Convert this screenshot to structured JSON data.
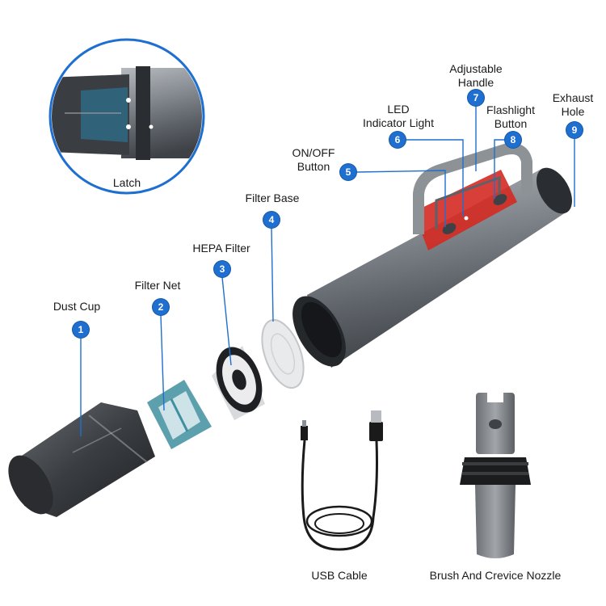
{
  "colors": {
    "callout": "#1e6fd0",
    "body": "#7d8288",
    "accent": "#d42a22",
    "filter": "#3f8fa0"
  },
  "latch": {
    "label": "Latch"
  },
  "parts": [
    {
      "num": "1",
      "label": "Dust Cup"
    },
    {
      "num": "2",
      "label": "Filter Net"
    },
    {
      "num": "3",
      "label": "HEPA Filter"
    },
    {
      "num": "4",
      "label": "Filter Base"
    },
    {
      "num": "5",
      "label_line1": "ON/OFF",
      "label_line2": "Button"
    },
    {
      "num": "6",
      "label_line1": "LED",
      "label_line2": "Indicator Light"
    },
    {
      "num": "7",
      "label_line1": "Adjustable",
      "label_line2": "Handle"
    },
    {
      "num": "8",
      "label_line1": "Flashlight",
      "label_line2": "Button"
    },
    {
      "num": "9",
      "label_line1": "Exhaust",
      "label_line2": "Hole"
    }
  ],
  "accessories": {
    "cable": {
      "label": "USB Cable"
    },
    "nozzle": {
      "label": "Brush And Crevice Nozzle"
    }
  }
}
